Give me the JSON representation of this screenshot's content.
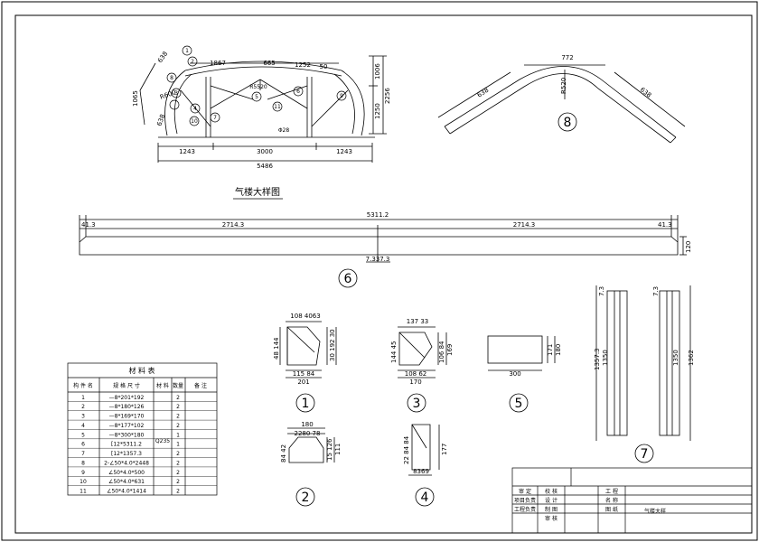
{
  "main_title": "气楼大样图",
  "elevation": {
    "top_dims": [
      "1867",
      "665",
      "1252"
    ],
    "top_dim_tail": "50",
    "left_dims": [
      "638",
      "1065",
      "638"
    ],
    "left_angle": "R600",
    "right_dims": [
      "1006",
      "1250",
      "2256"
    ],
    "bottom_dims": [
      "1243",
      "3000",
      "1243"
    ],
    "overall": "5486",
    "center_tag": "R5520",
    "mid_tag": "Φ28",
    "callouts": [
      "1",
      "2",
      "3",
      "4",
      "5",
      "6",
      "7",
      "8",
      "9",
      "10",
      "11"
    ]
  },
  "detail_8": {
    "label": "8",
    "top": "772",
    "left": "638",
    "right": "638",
    "radius": "R520"
  },
  "detail_6": {
    "label": "6",
    "overall": "5311.2",
    "left_end": "41.3",
    "right_end": "41.3",
    "left_span": "2714.3",
    "right_span": "2714.3",
    "height": "120",
    "center": "7.337.3"
  },
  "plates": {
    "p1": {
      "label": "1",
      "top": "108 4063",
      "left": "48 144",
      "right": "30 192 30",
      "bottom1": "115 84",
      "bottom2": "201"
    },
    "p2": {
      "label": "2",
      "top1": "180",
      "top2": "2280 78",
      "left": "84 42",
      "right": "15 126",
      "right2": "111"
    },
    "p3": {
      "label": "3",
      "top": "137 33",
      "left": "144 45",
      "right": "106 84",
      "right2": "169",
      "bottom1": "108 62",
      "bottom2": "170"
    },
    "p4": {
      "label": "4",
      "left": "22 84 84",
      "right": "177",
      "bottom": "8369"
    },
    "p5": {
      "label": "5",
      "right": "171",
      "right2": "180",
      "bottom": "300"
    },
    "p7": {
      "label": "7",
      "len1": "1357.3",
      "len1b": "1350",
      "len2": "1350",
      "len2b": "1362",
      "top1": "7.3",
      "top2": "7.3"
    }
  },
  "table": {
    "title": "材 料 表",
    "headers": [
      "构 件 名",
      "规 格 尺 寸",
      "材 料",
      "数量",
      "备 注"
    ],
    "rows": [
      [
        "1",
        "—8*201*192",
        "2"
      ],
      [
        "2",
        "—8*180*126",
        "2"
      ],
      [
        "3",
        "—8*169*170",
        "2"
      ],
      [
        "4",
        "—8*177*102",
        "2"
      ],
      [
        "5",
        "—8*300*180",
        "1"
      ],
      [
        "6",
        "[12*5311.2",
        "1"
      ],
      [
        "7",
        "[12*1357.3",
        "2"
      ],
      [
        "8",
        "2-∠50*4.0*2448",
        "2"
      ],
      [
        "9",
        "∠50*4.0*500",
        "2"
      ],
      [
        "10",
        "∠50*4.0*631",
        "2"
      ],
      [
        "11",
        "∠50*4.0*1414",
        "2"
      ]
    ],
    "material": "Q235"
  },
  "title_block": {
    "cells": [
      "审 定",
      "校 核",
      "工 程",
      "项目负责",
      "设 计",
      "名 称",
      "工程负责",
      "制 图",
      "图 纸",
      "审 核",
      "气楼大样"
    ]
  }
}
